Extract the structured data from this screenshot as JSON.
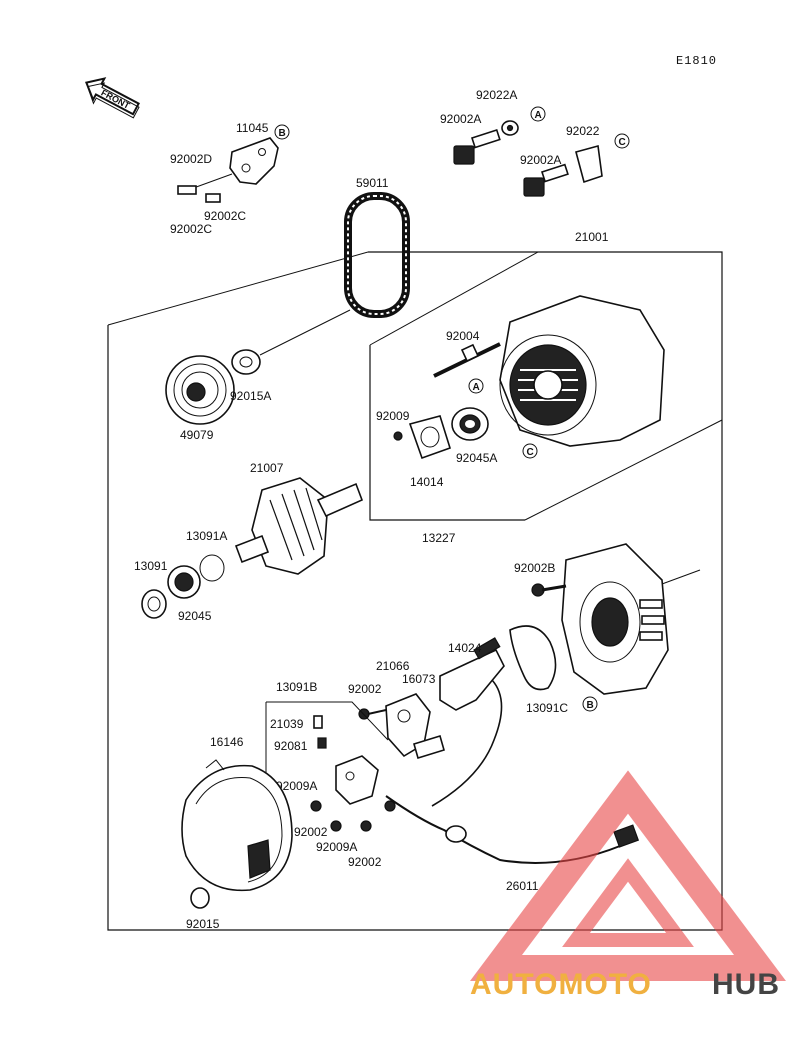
{
  "diagram_code": "E1810",
  "front_arrow_label": "FRONT",
  "parts": {
    "p11045": "11045",
    "p92002D": "92002D",
    "p92002C_a": "92002C",
    "p92002C_b": "92002C",
    "p92022A": "92022A",
    "p92002A_a": "92002A",
    "p92022": "92022",
    "p92002A_b": "92002A",
    "p59011": "59011",
    "p21001": "21001",
    "p92004": "92004",
    "p92015A": "92015A",
    "p49079": "49079",
    "p92009": "92009",
    "p92045A": "92045A",
    "p14014": "14014",
    "p21007": "21007",
    "p13227": "13227",
    "p13091A": "13091A",
    "p13091": "13091",
    "p92045": "92045",
    "p92002B": "92002B",
    "p14024": "14024",
    "p21066": "21066",
    "p16073": "16073",
    "p92002_a": "92002",
    "p13091B": "13091B",
    "p13091C": "13091C",
    "p21039": "21039",
    "p92081": "92081",
    "p16146": "16146",
    "p92009A_a": "92009A",
    "p92002_b": "92002",
    "p92009A_b": "92009A",
    "p92002_c": "92002",
    "p26011": "26011",
    "p92015": "92015"
  },
  "ref_letters": {
    "B_top": "B",
    "A_top": "A",
    "C_top": "C",
    "A_mid": "A",
    "C_mid": "C",
    "B_low": "B"
  },
  "watermark": {
    "word_a": "AUTOMOTO",
    "word_b": "HUB",
    "accent_color": "#f0b040",
    "triangle_color": "#e84545",
    "dark_color": "#444444"
  }
}
